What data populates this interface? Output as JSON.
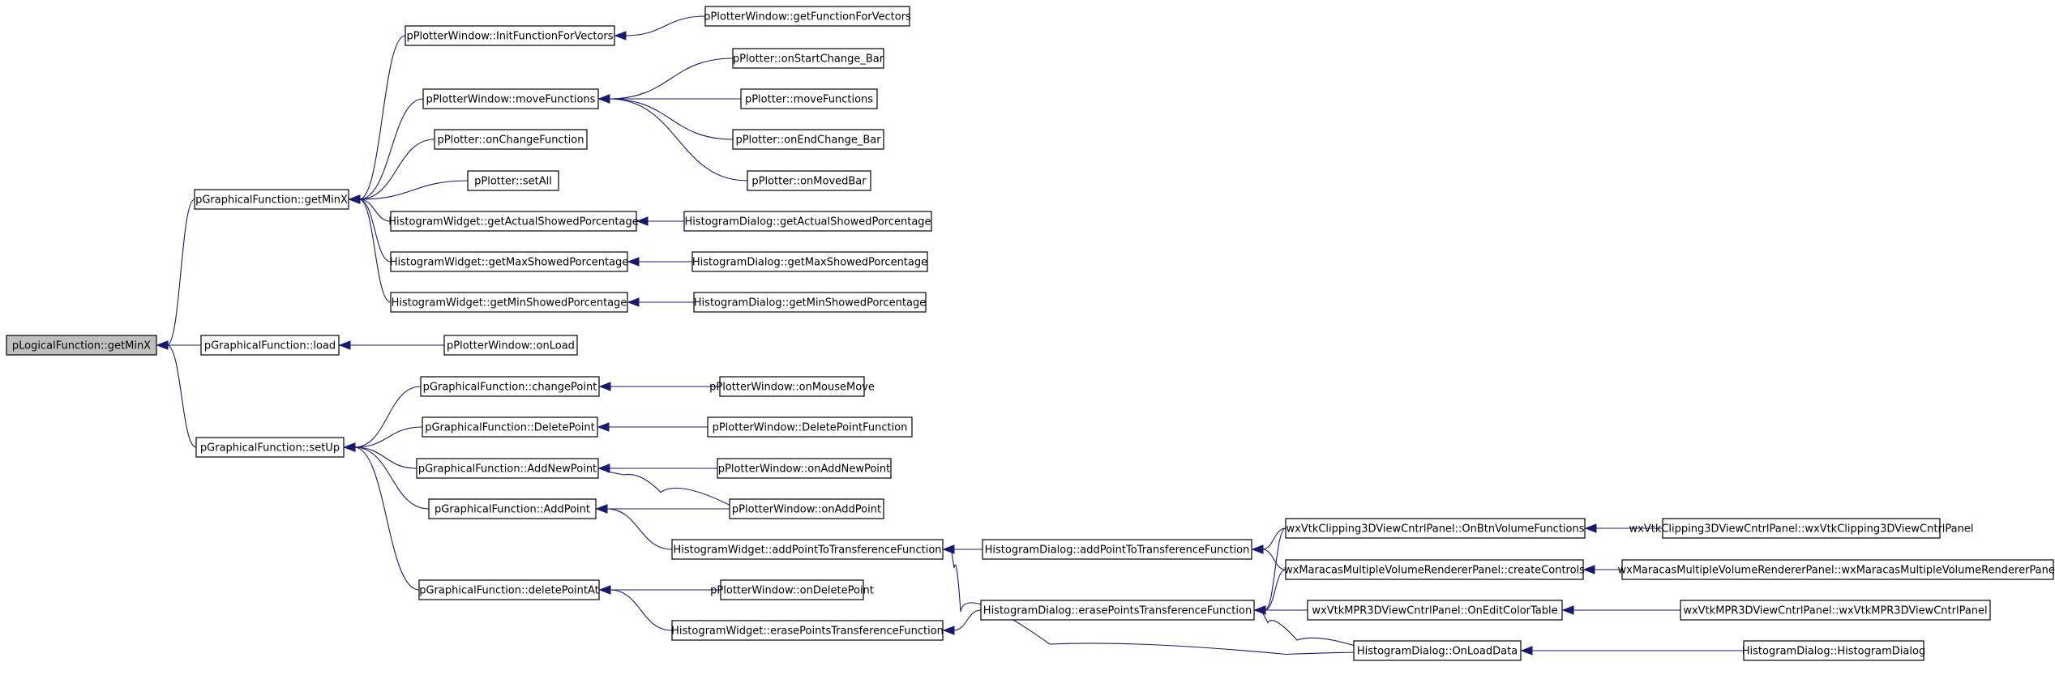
{
  "nodes": [
    {
      "id": "n0",
      "label": "pLogicalFunction::getMinX",
      "root": true
    },
    {
      "id": "n1",
      "label": "pGraphicalFunction::getMinX"
    },
    {
      "id": "n2",
      "label": "pGraphicalFunction::load"
    },
    {
      "id": "n3",
      "label": "pGraphicalFunction::setUp"
    },
    {
      "id": "n4",
      "label": "pPlotterWindow::InitFunctionForVectors"
    },
    {
      "id": "n5",
      "label": "pPlotterWindow::moveFunctions"
    },
    {
      "id": "n6",
      "label": "pPlotter::onChangeFunction"
    },
    {
      "id": "n7",
      "label": "pPlotter::setAll"
    },
    {
      "id": "n8",
      "label": "HistogramWidget::getActualShowedPorcentage"
    },
    {
      "id": "n9",
      "label": "HistogramWidget::getMaxShowedPorcentage"
    },
    {
      "id": "n10",
      "label": "HistogramWidget::getMinShowedPorcentage"
    },
    {
      "id": "n11",
      "label": "pPlotterWindow::getFunctionForVectors"
    },
    {
      "id": "n12",
      "label": "pPlotter::onStartChange_Bar"
    },
    {
      "id": "n13",
      "label": "pPlotter::moveFunctions"
    },
    {
      "id": "n14",
      "label": "pPlotter::onEndChange_Bar"
    },
    {
      "id": "n15",
      "label": "pPlotter::onMovedBar"
    },
    {
      "id": "n16",
      "label": "HistogramDialog::getActualShowedPorcentage"
    },
    {
      "id": "n17",
      "label": "HistogramDialog::getMaxShowedPorcentage"
    },
    {
      "id": "n18",
      "label": "HistogramDialog::getMinShowedPorcentage"
    },
    {
      "id": "n19",
      "label": "pPlotterWindow::onLoad"
    },
    {
      "id": "n20",
      "label": "pGraphicalFunction::changePoint"
    },
    {
      "id": "n21",
      "label": "pGraphicalFunction::DeletePoint"
    },
    {
      "id": "n22",
      "label": "pGraphicalFunction::AddNewPoint"
    },
    {
      "id": "n23",
      "label": "pGraphicalFunction::AddPoint"
    },
    {
      "id": "n24",
      "label": "pGraphicalFunction::deletePointAt"
    },
    {
      "id": "n25",
      "label": "pPlotterWindow::onMouseMove"
    },
    {
      "id": "n26",
      "label": "pPlotterWindow::DeletePointFunction"
    },
    {
      "id": "n27",
      "label": "pPlotterWindow::onAddNewPoint"
    },
    {
      "id": "n28",
      "label": "pPlotterWindow::onAddPoint"
    },
    {
      "id": "n29",
      "label": "HistogramWidget::addPointToTransferenceFunction"
    },
    {
      "id": "n30",
      "label": "pPlotterWindow::onDeletePoint"
    },
    {
      "id": "n31",
      "label": "HistogramWidget::erasePointsTransferenceFunction"
    },
    {
      "id": "n32",
      "label": "HistogramDialog::addPointToTransferenceFunction"
    },
    {
      "id": "n33",
      "label": "HistogramDialog::erasePointsTransferenceFunction"
    },
    {
      "id": "n34",
      "label": "wxVtkClipping3DViewCntrlPanel::OnBtnVolumeFunctions"
    },
    {
      "id": "n35",
      "label": "wxMaracasMultipleVolumeRendererPanel::createControls"
    },
    {
      "id": "n36",
      "label": "wxVtkMPR3DViewCntrlPanel::OnEditColorTable"
    },
    {
      "id": "n37",
      "label": "HistogramDialog::OnLoadData"
    },
    {
      "id": "n38",
      "label": "wxVtkClipping3DViewCntrlPanel::wxVtkClipping3DViewCntrlPanel"
    },
    {
      "id": "n39",
      "label": "wxMaracasMultipleVolumeRendererPanel::wxMaracasMultipleVolumeRendererPanel"
    },
    {
      "id": "n40",
      "label": "wxVtkMPR3DViewCntrlPanel::wxVtkMPR3DViewCntrlPanel"
    },
    {
      "id": "n41",
      "label": "HistogramDialog::HistogramDialog"
    }
  ],
  "edges": [
    [
      "n1",
      "n0"
    ],
    [
      "n2",
      "n0"
    ],
    [
      "n3",
      "n0"
    ],
    [
      "n4",
      "n1"
    ],
    [
      "n5",
      "n1"
    ],
    [
      "n6",
      "n1"
    ],
    [
      "n7",
      "n1"
    ],
    [
      "n8",
      "n1"
    ],
    [
      "n9",
      "n1"
    ],
    [
      "n10",
      "n1"
    ],
    [
      "n11",
      "n4"
    ],
    [
      "n12",
      "n5"
    ],
    [
      "n13",
      "n5"
    ],
    [
      "n14",
      "n5"
    ],
    [
      "n15",
      "n5"
    ],
    [
      "n16",
      "n8"
    ],
    [
      "n17",
      "n9"
    ],
    [
      "n18",
      "n10"
    ],
    [
      "n19",
      "n2"
    ],
    [
      "n20",
      "n3"
    ],
    [
      "n21",
      "n3"
    ],
    [
      "n22",
      "n3"
    ],
    [
      "n23",
      "n3"
    ],
    [
      "n24",
      "n3"
    ],
    [
      "n25",
      "n20"
    ],
    [
      "n26",
      "n21"
    ],
    [
      "n27",
      "n22"
    ],
    [
      "n28",
      "n22"
    ],
    [
      "n28",
      "n23"
    ],
    [
      "n29",
      "n23"
    ],
    [
      "n30",
      "n24"
    ],
    [
      "n31",
      "n24"
    ],
    [
      "n32",
      "n29"
    ],
    [
      "n37",
      "n29"
    ],
    [
      "n33",
      "n31"
    ],
    [
      "n34",
      "n32"
    ],
    [
      "n35",
      "n32"
    ],
    [
      "n34",
      "n33"
    ],
    [
      "n35",
      "n33"
    ],
    [
      "n36",
      "n33"
    ],
    [
      "n37",
      "n33"
    ],
    [
      "n38",
      "n34"
    ],
    [
      "n39",
      "n35"
    ],
    [
      "n40",
      "n36"
    ],
    [
      "n41",
      "n37"
    ]
  ]
}
